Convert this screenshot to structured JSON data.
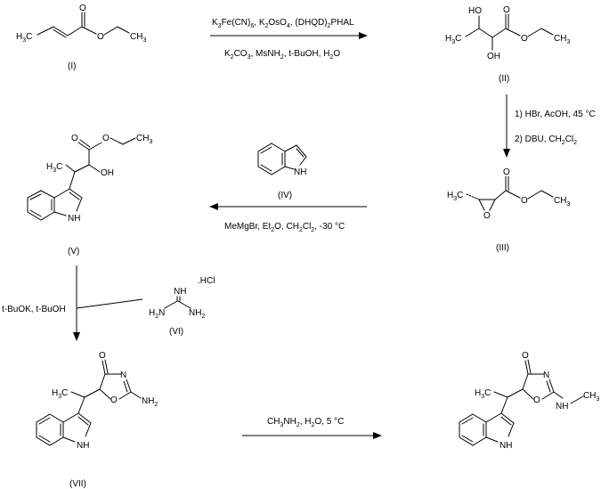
{
  "compounds": {
    "c1": {
      "label": "(I)"
    },
    "c2": {
      "label": "(II)"
    },
    "c3": {
      "label": "(III)"
    },
    "c4": {
      "label": "(IV)"
    },
    "c5": {
      "label": "(V)"
    },
    "c6": {
      "label": "(VI)",
      "salt": ".HCl"
    },
    "c7": {
      "label": "(VII)"
    }
  },
  "atoms": {
    "O": "O",
    "OH": "OH",
    "HO": "HO",
    "H": "H",
    "N": "N",
    "NH": "NH",
    "NH2": "NH",
    "H2N": "H",
    "CH3": "CH",
    "H3C": "H",
    "digit2": "2",
    "digit3": "3"
  },
  "conditions": {
    "step1_top": "K3Fe(CN)6, K2OsO4, (DHQD)2PHAL",
    "step1_bottom": "K2CO3, MsNH2, t-BuOH, H2O",
    "step2_a": "1) HBr, AcOH, 45 °C",
    "step2_b": "2) DBU, CH2Cl2",
    "step3": "MeMgBr, Et2O, CH2Cl2, -30 °C",
    "step4": "t-BuOK, t-BuOH",
    "step5": "CH3NH2, H2O, 5 °C"
  }
}
